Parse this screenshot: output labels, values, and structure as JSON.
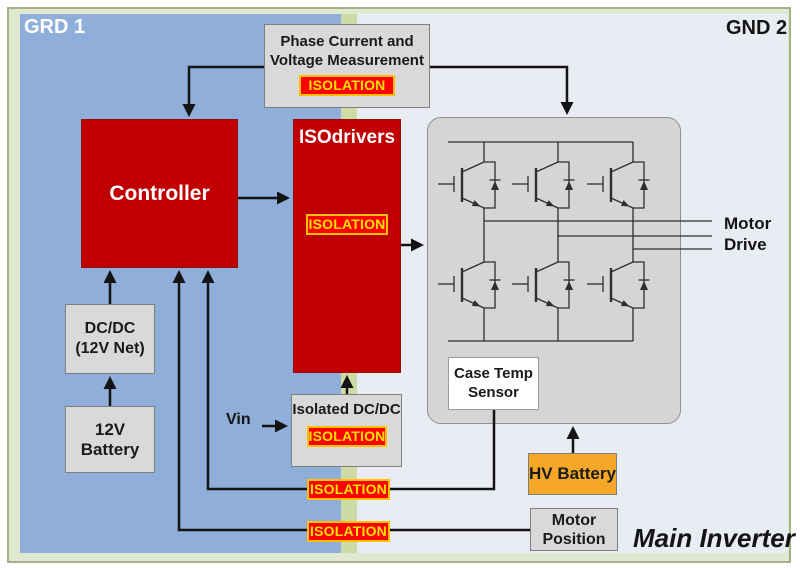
{
  "page": {
    "grd1_label": "GRD 1",
    "gnd2_label": "GND 2",
    "footer_label": "Main Inverter"
  },
  "blocks": {
    "phase_measurement": {
      "line1": "Phase Current and",
      "line2": "Voltage Measurement",
      "isolation_label": "ISOLATION"
    },
    "controller": {
      "label": "Controller"
    },
    "isodrivers": {
      "label": "ISOdrivers",
      "isolation_label": "ISOLATION"
    },
    "dcdc_12v": {
      "line1": "DC/DC",
      "line2": "(12V Net)"
    },
    "battery_12v": {
      "label": "12V Battery"
    },
    "isolated_dcdc": {
      "label": "Isolated DC/DC",
      "isolation_label": "ISOLATION"
    },
    "vin": {
      "label": "Vin"
    },
    "case_temp_sensor": {
      "line1": "Case Temp",
      "line2": "Sensor"
    },
    "hv_battery": {
      "label": "HV Battery"
    },
    "motor_position": {
      "line1": "Motor",
      "line2": "Position"
    },
    "motor_drive": {
      "line1": "Motor",
      "line2": "Drive"
    },
    "isolation_link_upper": {
      "label": "ISOLATION"
    },
    "isolation_link_lower": {
      "label": "ISOLATION"
    }
  },
  "colors": {
    "dark_red": "#C00000",
    "badge_red": "#FE0000",
    "badge_border": "#FFC000",
    "badge_text": "#FFE100",
    "blue_region": "#8FAED9",
    "green_strip": "#CFDBA6",
    "page_green": "#E1E8D0",
    "page_border": "#A6B285",
    "light_region": "#E9EDF3",
    "box_gray": "#D9D9D9",
    "box_border": "#7F7F7F",
    "orange": "#F5A828",
    "bridge_gray": "#D5D5D5",
    "line_black": "#141414"
  }
}
